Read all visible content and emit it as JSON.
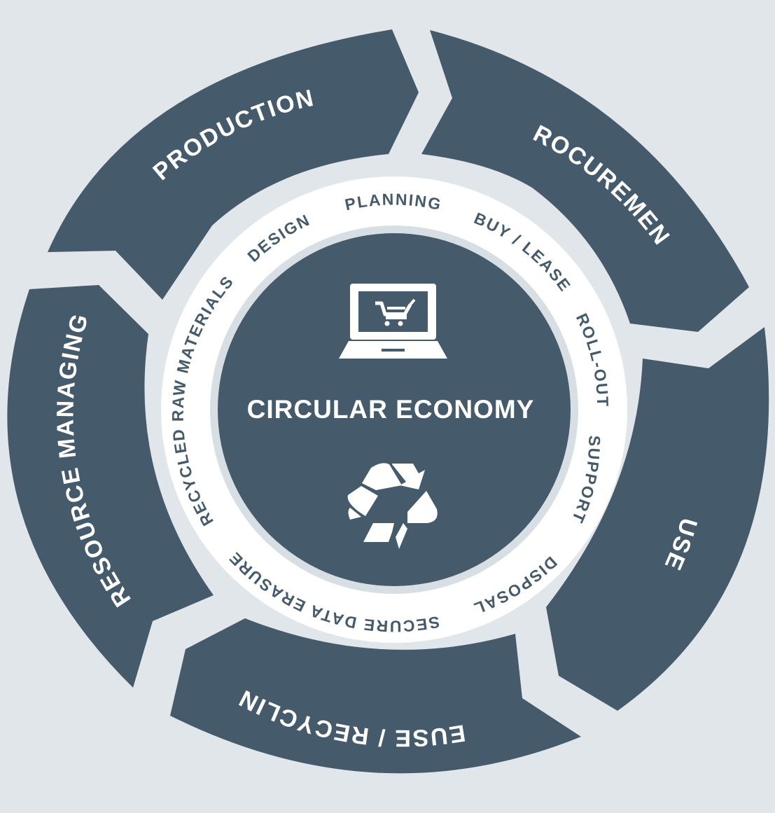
{
  "center": {
    "title": "CIRCULAR ECONOMY",
    "top_icon": "laptop-cart-icon",
    "bottom_icon": "recycle-icon"
  },
  "segments": [
    {
      "id": "production",
      "label": "PRODUCTION"
    },
    {
      "id": "procurement",
      "label": "PROCUREMENT"
    },
    {
      "id": "use",
      "label": "USE"
    },
    {
      "id": "reuse",
      "label": "REUSE / RECYCLING"
    },
    {
      "id": "resource",
      "label": "RESOURCE MANAGING"
    }
  ],
  "inner_steps": [
    {
      "id": "design",
      "label": "DESIGN"
    },
    {
      "id": "planning",
      "label": "PLANNING"
    },
    {
      "id": "buy",
      "label": "BUY / LEASE"
    },
    {
      "id": "rollout",
      "label": "ROLL-OUT"
    },
    {
      "id": "support",
      "label": "SUPPORT"
    },
    {
      "id": "disposal",
      "label": "DISPOSAL"
    },
    {
      "id": "erasure",
      "label": "SECURE DATA ERASURE"
    },
    {
      "id": "recycled",
      "label": "RECYCLED RAW MATERIALS"
    }
  ],
  "colors": {
    "background": "#e1e6ea",
    "segment": "#455a6a",
    "ring": "#ffffff",
    "text_dark": "#455a6a",
    "text_light": "#ffffff"
  }
}
